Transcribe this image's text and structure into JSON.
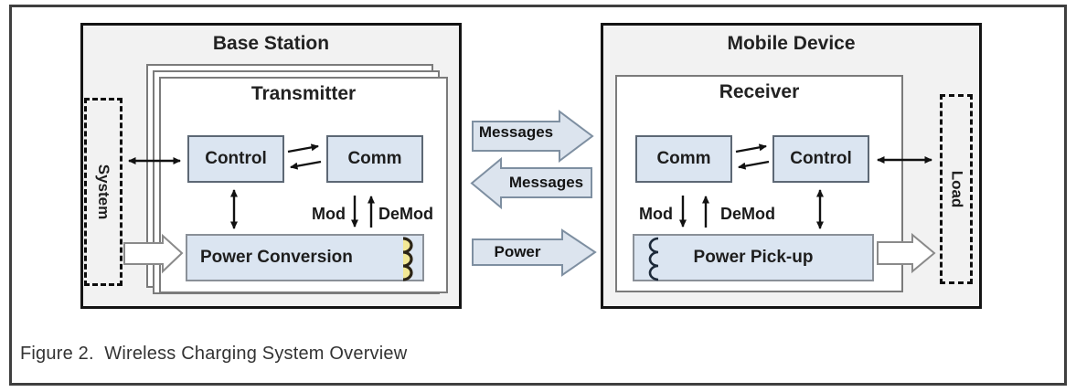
{
  "figure": {
    "caption": "Figure 2.  Wireless Charging System Overview"
  },
  "channel": {
    "messages_to_mobile": "Messages",
    "messages_to_base": "Messages",
    "power": "Power"
  },
  "base_station": {
    "title": "Base Station",
    "system_label": "System",
    "transmitter": {
      "title": "Transmitter",
      "control": "Control",
      "comm": "Comm",
      "mod": "Mod",
      "demod": "DeMod",
      "power_conversion": "Power Conversion"
    }
  },
  "mobile_device": {
    "title": "Mobile Device",
    "load_label": "Load",
    "receiver": {
      "title": "Receiver",
      "comm": "Comm",
      "control": "Control",
      "mod": "Mod",
      "demod": "DeMod",
      "power_pickup": "Power Pick-up"
    }
  },
  "icons": {
    "transmitter_coil": "coil-icon",
    "receiver_coil": "coil-icon"
  },
  "colors": {
    "panel_fill": "#f2f2f2",
    "panel_border": "#141414",
    "box_fill": "#dbe5f1",
    "box_border": "#5d6875",
    "block_arrow_fill": "#dce4ee",
    "block_arrow_stroke": "#7e8fa1",
    "white_arrow_fill": "#ffffff",
    "coil_yellow": "#f2e896",
    "coil_dark": "#1d2a3a",
    "outer_border": "#3f3f3f"
  }
}
